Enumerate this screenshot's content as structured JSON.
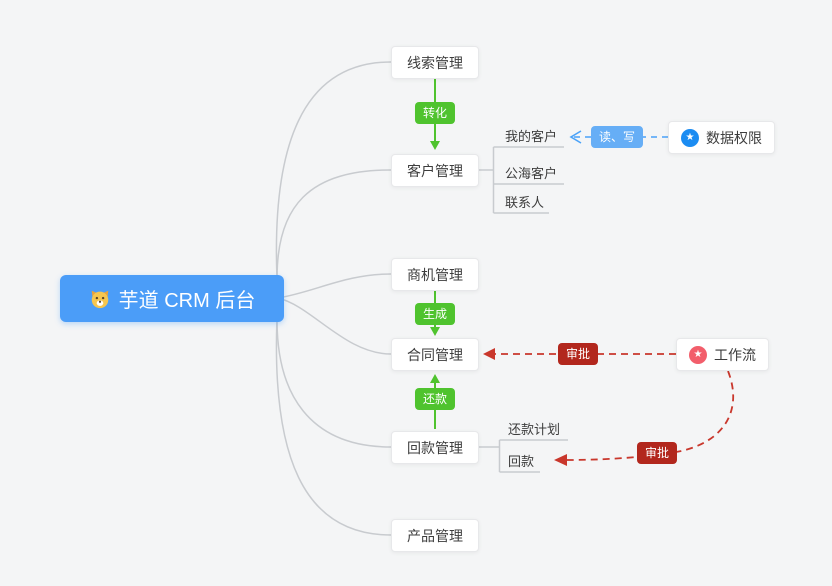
{
  "root": {
    "label": "芋道 CRM 后台",
    "icon": "dog-face-icon",
    "color": "#4b9df8"
  },
  "nodes": {
    "leads": "线索管理",
    "customer": "客户管理",
    "business": "商机管理",
    "contract": "合同管理",
    "receivable": "回款管理",
    "product": "产品管理"
  },
  "customer_children": [
    "我的客户",
    "公海客户",
    "联系人"
  ],
  "receivable_children": [
    "还款计划",
    "回款"
  ],
  "badges": {
    "convert": "转化",
    "generate": "生成",
    "repay": "还款",
    "read_write": "读、写",
    "approve": "审批"
  },
  "side_nodes": {
    "data_permission": {
      "label": "数据权限",
      "icon": "star-icon",
      "icon_color": "#1b8cf2"
    },
    "workflow": {
      "label": "工作流",
      "icon": "star-icon",
      "icon_color": "#f25e6b"
    }
  },
  "colors": {
    "background": "#f4f5f6",
    "root_blue": "#4b9df8",
    "green": "#4fc32e",
    "badge_light_blue": "#66aef6",
    "blue_arrow": "#4aa2f8",
    "dark_red_badge": "#b2271d",
    "red_arrow": "#c9372c",
    "gray_edge": "#c8cbcf"
  }
}
